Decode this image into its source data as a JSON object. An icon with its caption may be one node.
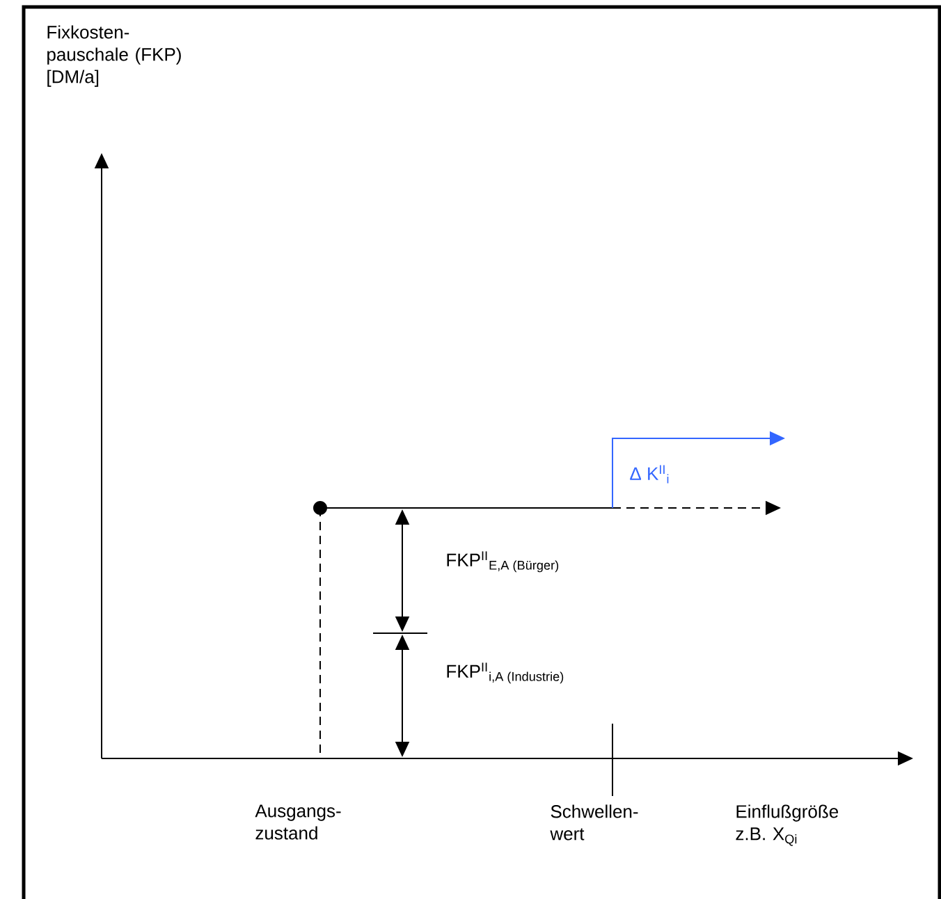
{
  "diagram": {
    "labels": [
      "Fixkosten- pauschale (FKP) [DM/a]",
      "Δ  K$^{II}$$_{i}$",
      "FKP$^{II}$$_{E,A (Bürger)}$",
      "FKP$^{II}$$_{i,A (Industrie)}$",
      "Ausgangs- zustand",
      "Schwellen- wert",
      "Einflußgröße z.B. X$_{Qi}$"
    ]
  }
}
